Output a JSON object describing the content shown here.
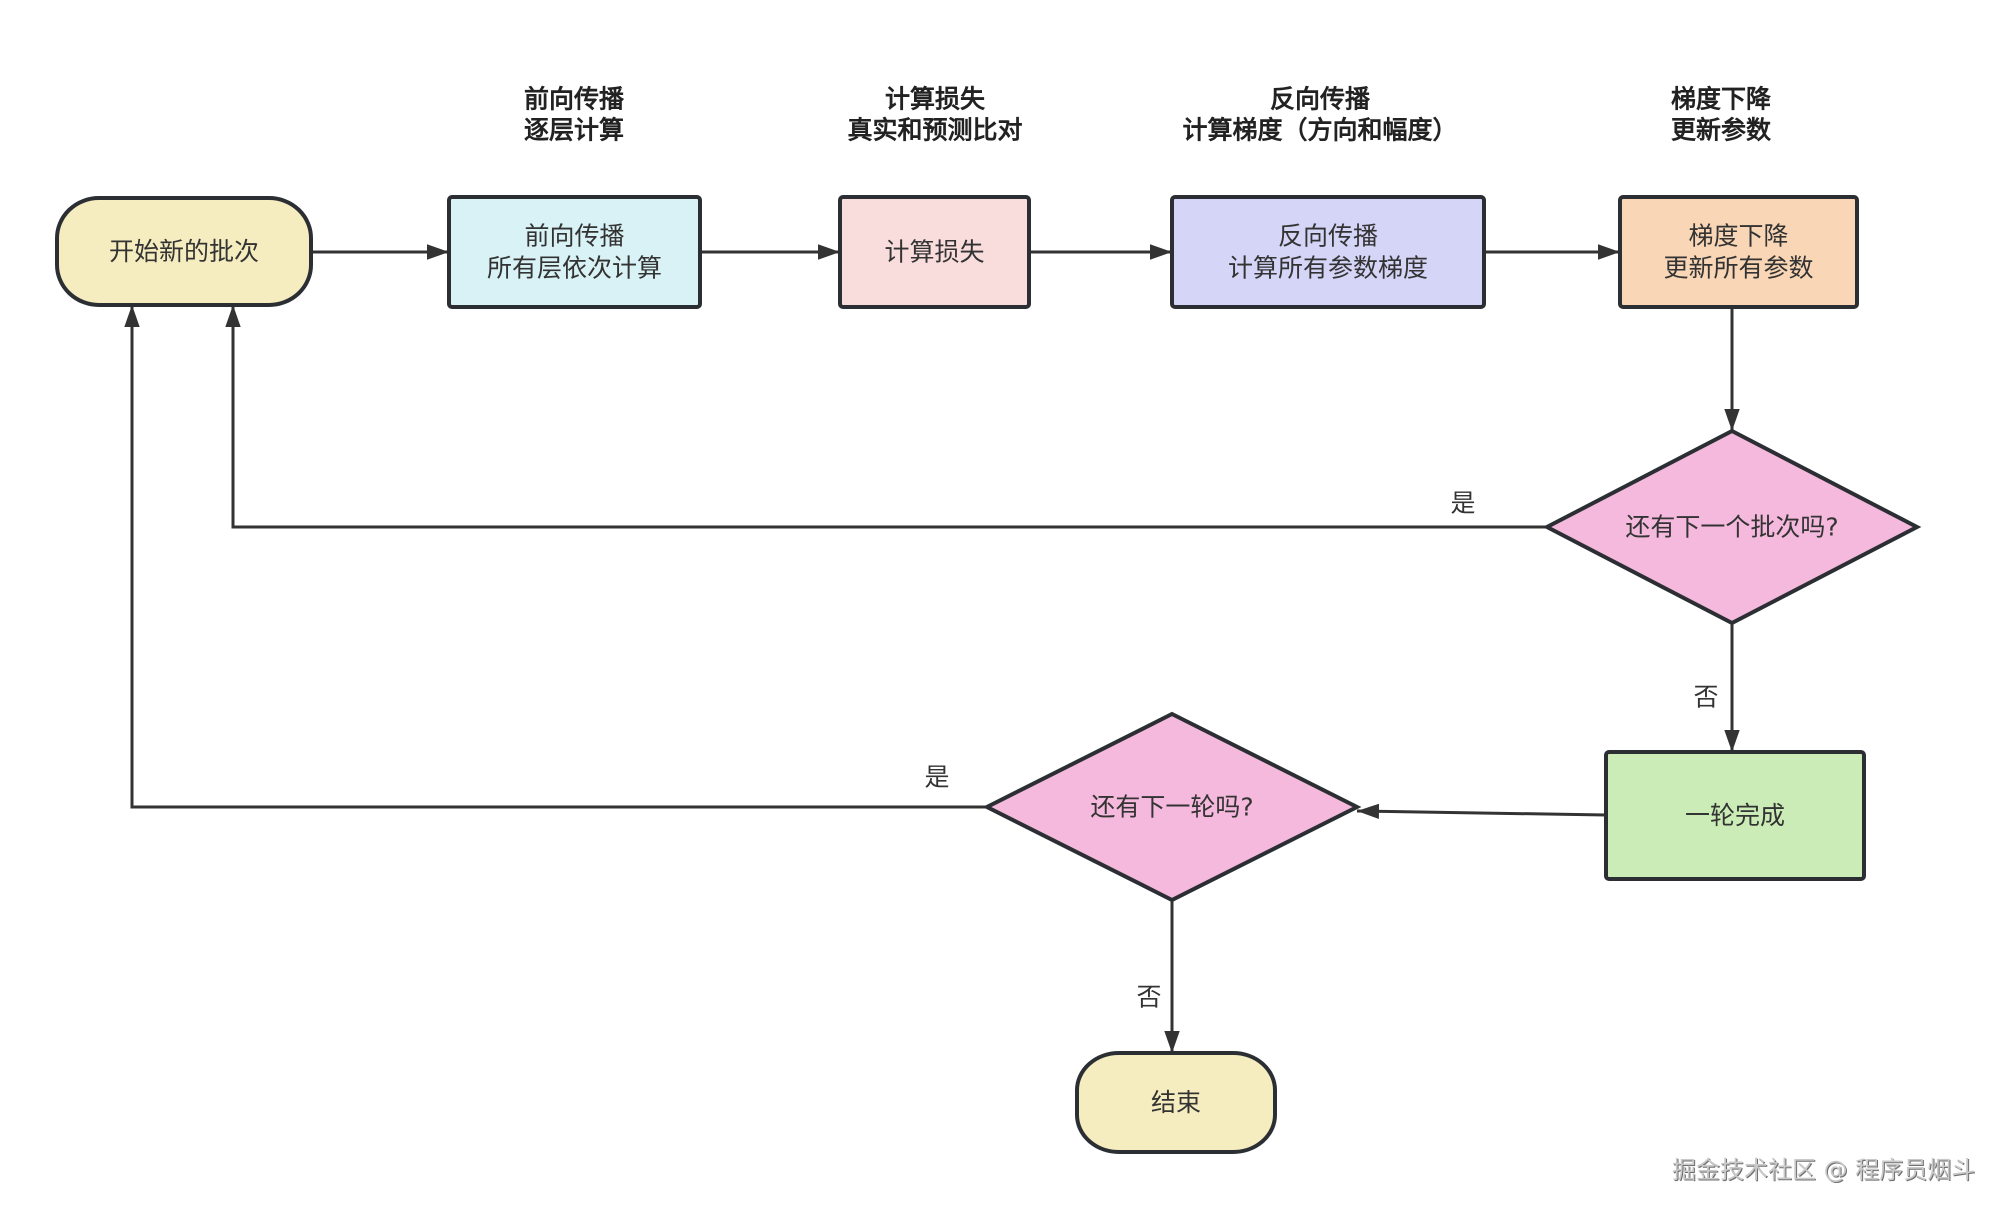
{
  "colors": {
    "stroke": "#2b2f33",
    "edge": "#333333",
    "terminal": "#f5edbf",
    "forward": "#d9f2f5",
    "loss": "#f9dcdc",
    "backward": "#d4d5f7",
    "update": "#f9d6b6",
    "epoch_done": "#cbecb6",
    "decision": "#f4b9dc"
  },
  "stage_titles": [
    {
      "id": "forward",
      "lines": [
        "前向传播",
        "逐层计算"
      ]
    },
    {
      "id": "loss",
      "lines": [
        "计算损失",
        "真实和预测比对"
      ]
    },
    {
      "id": "backward",
      "lines": [
        "反向传播",
        "计算梯度（方向和幅度）"
      ]
    },
    {
      "id": "update",
      "lines": [
        "梯度下降",
        "更新参数"
      ]
    }
  ],
  "nodes": {
    "start": {
      "shape": "terminal",
      "lines": [
        "开始新的批次"
      ]
    },
    "forward": {
      "shape": "process",
      "lines": [
        "前向传播",
        "所有层依次计算"
      ]
    },
    "loss": {
      "shape": "process",
      "lines": [
        "计算损失"
      ]
    },
    "backward": {
      "shape": "process",
      "lines": [
        "反向传播",
        "计算所有参数梯度"
      ]
    },
    "update": {
      "shape": "process",
      "lines": [
        "梯度下降",
        "更新所有参数"
      ]
    },
    "batch_check": {
      "shape": "decision",
      "lines": [
        "还有下一个批次吗?"
      ]
    },
    "epoch_done": {
      "shape": "process",
      "lines": [
        "一轮完成"
      ]
    },
    "epoch_check": {
      "shape": "decision",
      "lines": [
        "还有下一轮吗?"
      ]
    },
    "end": {
      "shape": "terminal",
      "lines": [
        "结束"
      ]
    }
  },
  "edges": [
    {
      "from": "start",
      "to": "forward",
      "label": ""
    },
    {
      "from": "forward",
      "to": "loss",
      "label": ""
    },
    {
      "from": "loss",
      "to": "backward",
      "label": ""
    },
    {
      "from": "backward",
      "to": "update",
      "label": ""
    },
    {
      "from": "update",
      "to": "batch_check",
      "label": ""
    },
    {
      "from": "batch_check",
      "to": "start",
      "label": "是"
    },
    {
      "from": "batch_check",
      "to": "epoch_done",
      "label": "否"
    },
    {
      "from": "epoch_done",
      "to": "epoch_check",
      "label": ""
    },
    {
      "from": "epoch_check",
      "to": "start",
      "label": "是"
    },
    {
      "from": "epoch_check",
      "to": "end",
      "label": "否"
    }
  ],
  "watermark": "掘金技术社区 @ 程序员烟斗"
}
